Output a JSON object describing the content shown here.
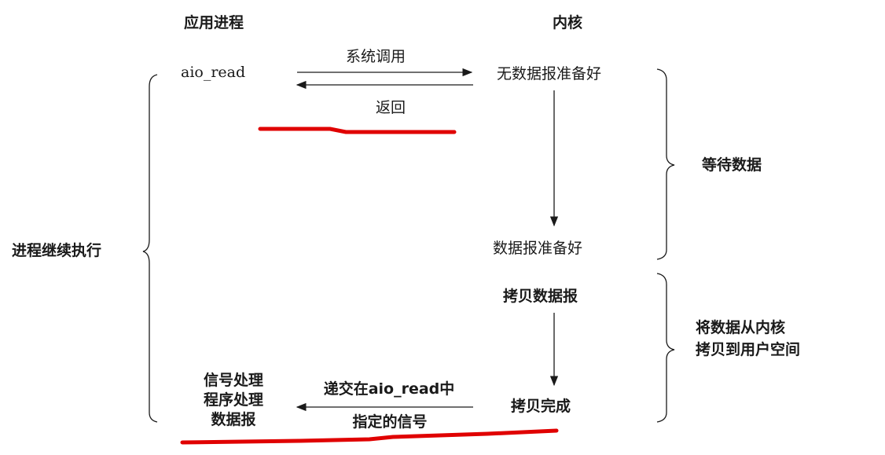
{
  "headers": {
    "app_process": "应用进程",
    "kernel": "内核"
  },
  "app": {
    "aio_read": "aio_read",
    "continue": "进程继续执行",
    "handler_lines": [
      "信号处理",
      "程序处理",
      "数据报"
    ]
  },
  "arrows": {
    "syscall": "系统调用",
    "return": "返回",
    "deliver_line1": "递交在aio_read中",
    "deliver_line2": "指定的信号"
  },
  "kernel": {
    "no_data": "无数据报准备好",
    "data_ready": "数据报准备好",
    "copy": "拷贝数据报",
    "copy_done": "拷贝完成"
  },
  "phases": {
    "wait": "等待数据",
    "copy_line1": "将数据从内核",
    "copy_line2": "拷贝到用户空间"
  },
  "colors": {
    "ink": "#1a1a1a",
    "highlight": "#e00000"
  }
}
